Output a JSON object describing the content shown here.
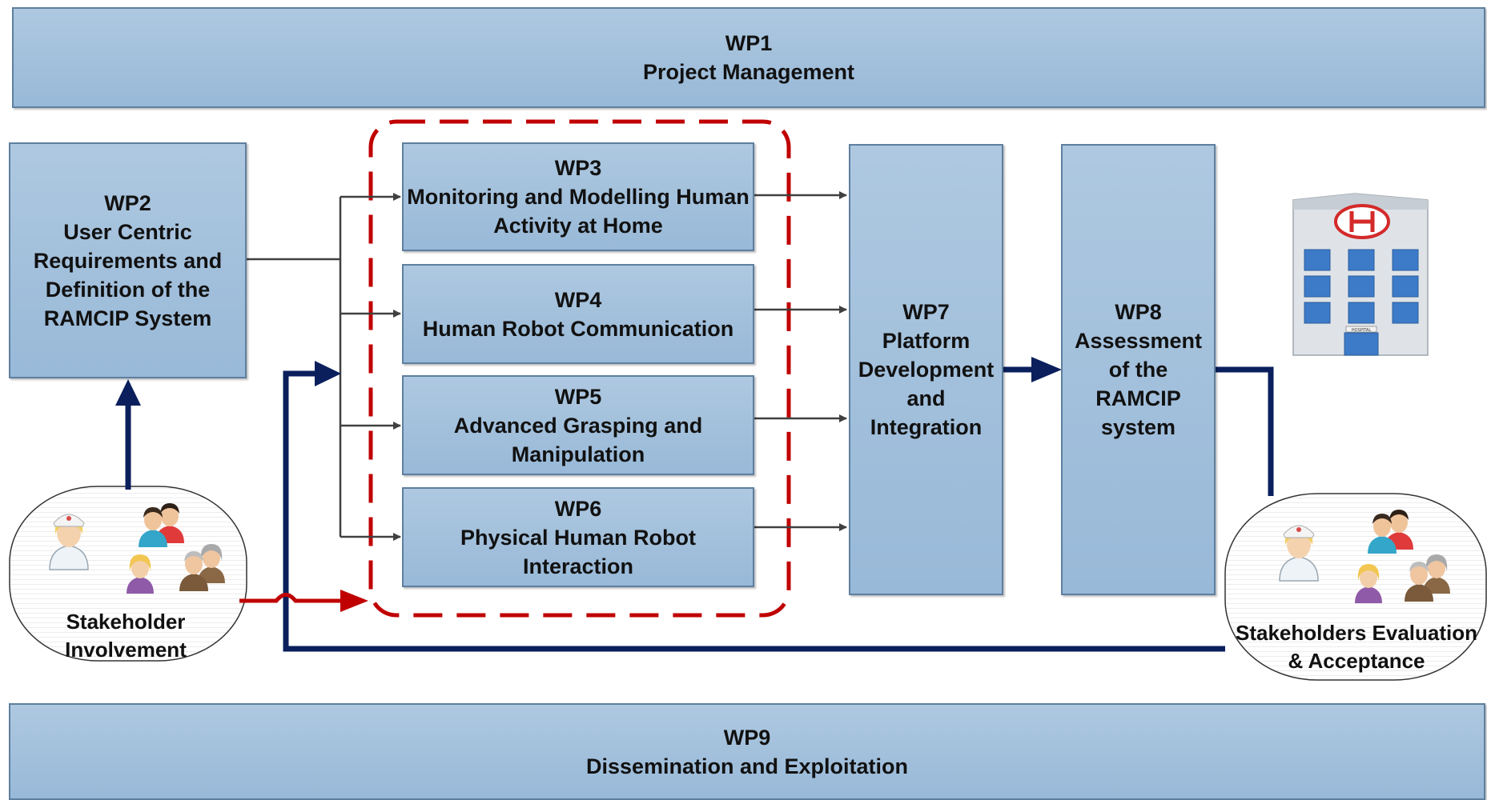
{
  "wp1": {
    "id": "WP1",
    "title": "Project Management"
  },
  "wp2": {
    "id": "WP2",
    "lines": [
      "User Centric",
      "Requirements and",
      "Definition of the",
      "RAMCIP System"
    ]
  },
  "wp3": {
    "id": "WP3",
    "lines": [
      "Monitoring and Modelling Human",
      "Activity at Home"
    ]
  },
  "wp4": {
    "id": "WP4",
    "lines": [
      "Human Robot Communication"
    ]
  },
  "wp5": {
    "id": "WP5",
    "lines": [
      "Advanced Grasping and",
      "Manipulation"
    ]
  },
  "wp6": {
    "id": "WP6",
    "lines": [
      "Physical Human Robot Interaction"
    ]
  },
  "wp7": {
    "id": "WP7",
    "lines": [
      "Platform",
      "Development",
      "and",
      "Integration"
    ]
  },
  "wp8": {
    "id": "WP8",
    "lines": [
      "Assessment",
      "of the",
      "RAMCIP",
      "system"
    ]
  },
  "wp9": {
    "id": "WP9",
    "title": "Dissemination and Exploitation"
  },
  "stakeholder_involvement": {
    "lines": [
      "Stakeholder",
      "Involvement"
    ]
  },
  "stakeholders_evaluation": {
    "lines": [
      "Stakeholders Evaluation",
      "& Acceptance"
    ]
  },
  "hospital_sign": "HOSPITAL",
  "icons": [
    "people-group-icon",
    "hospital-building-icon"
  ],
  "colors": {
    "box_fill": "#a5c2de",
    "box_border": "#5e7f9f",
    "feedback_arrow": "#0a1f5c",
    "group_dash": "#c00000",
    "connector": "#404040"
  }
}
